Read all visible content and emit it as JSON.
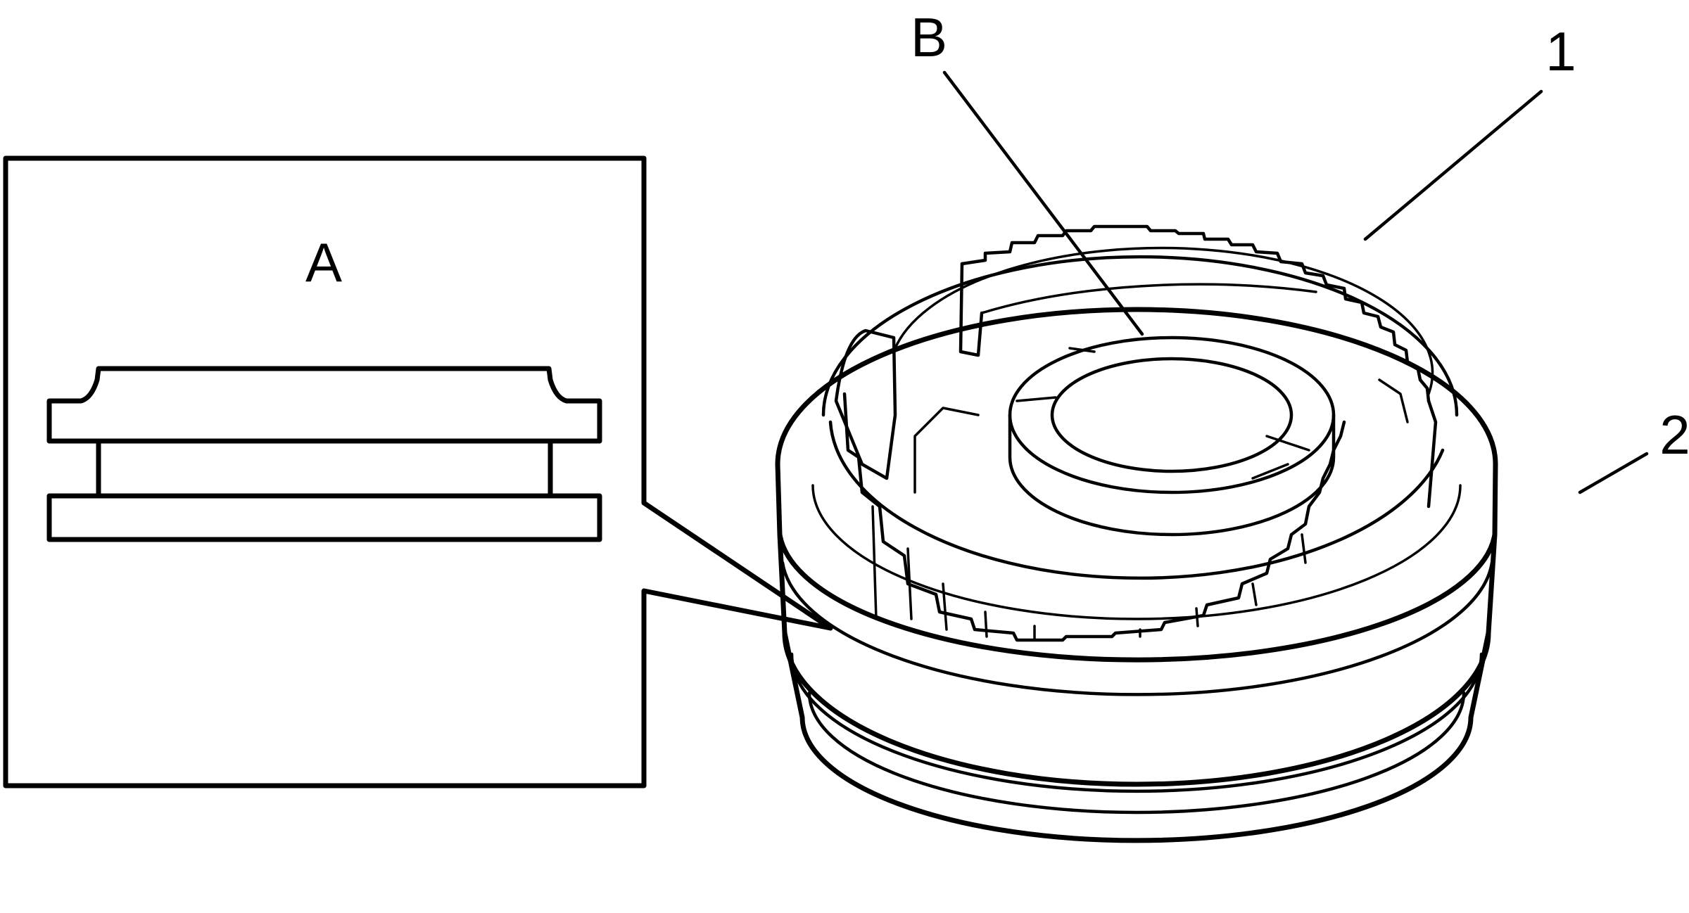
{
  "labels": {
    "detail": "A",
    "center": "B",
    "part1": "1",
    "part2": "2"
  },
  "colors": {
    "line": "#000000",
    "background": "#ffffff"
  }
}
